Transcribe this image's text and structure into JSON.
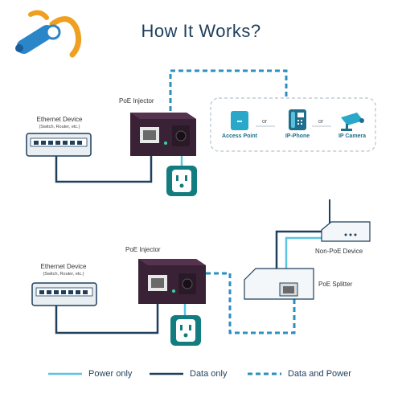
{
  "title": "How It Works?",
  "top": {
    "injector_label": "PoE Injector",
    "ethernet_label": "Ethernet Device",
    "ethernet_sub": "(Switch, Router, etc.)",
    "devices": [
      "Access Point",
      "IP-Phone",
      "IP Camera"
    ],
    "or_text": "or"
  },
  "bottom": {
    "injector_label": "PoE Injector",
    "ethernet_label": "Ethernet Device",
    "ethernet_sub": "(Switch, Router, etc.)",
    "non_poe_label": "Non-PoE Device",
    "splitter_label": "PoE Splitter"
  },
  "legend": {
    "power_only": "Power only",
    "data_only": "Data only",
    "data_and_power": "Data and Power"
  },
  "colors": {
    "power": "#5cc3e3",
    "data": "#1f3f5c",
    "data_and_power": "#2c8fbf",
    "device_teal": "#1e6f8c",
    "injector_body": "#3a2236",
    "outlet": "#137c80"
  }
}
